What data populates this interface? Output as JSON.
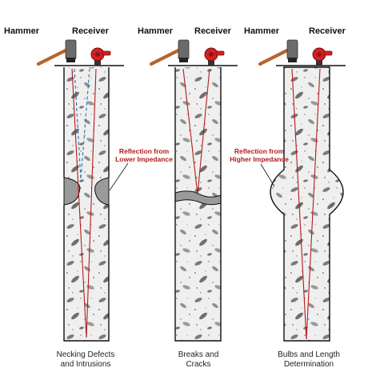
{
  "diagrams": [
    {
      "id": "necking",
      "hammer_label": "Hammer",
      "receiver_label": "Receiver",
      "annotation_line1": "Reflection from",
      "annotation_line2": "Lower Impedance",
      "caption_line1": "Necking Defects",
      "caption_line2": "and Intrusions"
    },
    {
      "id": "breaks",
      "hammer_label": "Hammer",
      "receiver_label": "Receiver",
      "caption_line1": "Breaks and",
      "caption_line2": "Cracks"
    },
    {
      "id": "bulbs",
      "hammer_label": "Hammer",
      "receiver_label": "Receiver",
      "annotation_line1": "Reflection from",
      "annotation_line2": "Higher Impedance",
      "caption_line1": "Bulbs  and Length",
      "caption_line2": "Determination"
    }
  ],
  "colors": {
    "concrete": "#efefef",
    "outline": "#111111",
    "ray_red": "#b51a1a",
    "ray_blue": "#2c6fb0",
    "annotation": "#b51a1a",
    "defect_fill": "#9a9a9a",
    "hammer_handle": "#b5652d",
    "hammer_head": "#6b6b6b",
    "receiver_body": "#d42020"
  },
  "icons": [
    "hammer-icon",
    "receiver-icon"
  ]
}
